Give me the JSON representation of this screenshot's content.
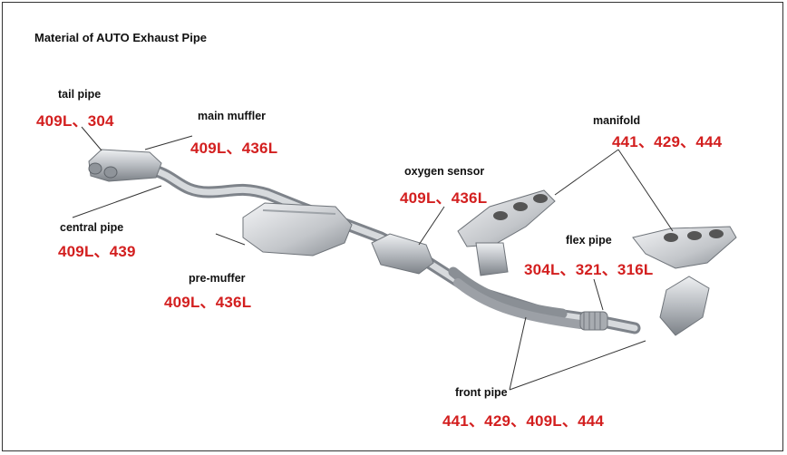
{
  "title": "Material of AUTO Exhaust Pipe",
  "colors": {
    "material_text": "#d31f1f",
    "label_text": "#111111",
    "pipe_metal": "#b9bcc0",
    "border": "#333333"
  },
  "parts": {
    "tail_pipe": {
      "name": "tail pipe",
      "material": "409L、304"
    },
    "main_muffler": {
      "name": "main muffler",
      "material": "409L、436L"
    },
    "central_pipe": {
      "name": "central pipe",
      "material": "409L、439"
    },
    "pre_muffer": {
      "name": "pre-muffer",
      "material": "409L、436L"
    },
    "oxygen_sensor": {
      "name": "oxygen sensor",
      "material": "409L、436L"
    },
    "manifold": {
      "name": "manifold",
      "material": "441、429、444"
    },
    "flex_pipe": {
      "name": "flex pipe",
      "material": "304L、321、316L"
    },
    "front_pipe": {
      "name": "front pipe",
      "material": "441、429、409L、444"
    }
  }
}
